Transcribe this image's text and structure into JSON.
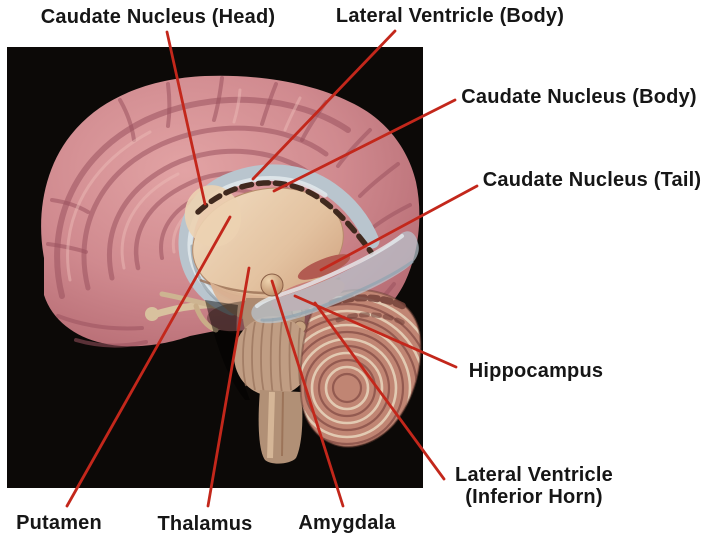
{
  "diagram": {
    "type": "anatomical-diagram",
    "subject": "Human brain, medial sagittal view with basal ganglia and limbic structures",
    "background_color": "#ffffff",
    "panel_color": "#0c0907",
    "leader_line_color": "#c3271b",
    "label_text_color": "#161616",
    "labels": [
      {
        "id": "caudate-head",
        "text": "Caudate Nucleus (Head)"
      },
      {
        "id": "lateral-ventricle-body",
        "text": "Lateral Ventricle (Body)"
      },
      {
        "id": "caudate-body",
        "text": "Caudate Nucleus (Body)"
      },
      {
        "id": "caudate-tail",
        "text": "Caudate Nucleus (Tail)"
      },
      {
        "id": "hippocampus",
        "text": "Hippocampus"
      },
      {
        "id": "lateral-ventricle-inferior-horn",
        "line1": "Lateral Ventricle",
        "line2": "(Inferior Horn)"
      },
      {
        "id": "putamen",
        "text": "Putamen"
      },
      {
        "id": "thalamus",
        "text": "Thalamus"
      },
      {
        "id": "amygdala",
        "text": "Amygdala"
      }
    ]
  }
}
